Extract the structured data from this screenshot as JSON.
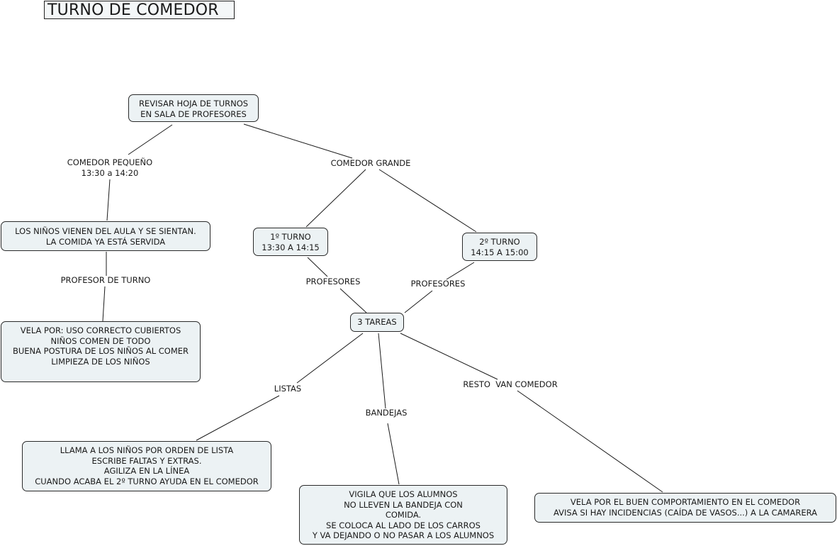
{
  "title": "TURNO DE COMEDOR",
  "nodes": {
    "revisar": "REVISAR HOJA DE TURNOS\nEN SALA DE PROFESORES",
    "ninos_vienen": "LOS NIÑOS VIENEN DEL AULA Y SE SIENTAN.\nLA COMIDA YA ESTÁ SERVIDA",
    "vela_por": "VELA POR: USO CORRECTO CUBIERTOS\nNIÑOS COMEN DE TODO\nBUENA POSTURA DE LOS NIÑOS AL COMER\nLIMPIEZA DE LOS NIÑOS",
    "turno1": "1º TURNO\n13:30 A 14:15",
    "turno2": "2º TURNO\n14:15 A 15:00",
    "tareas": "3 TAREAS",
    "listas_task": "LLAMA A LOS NIÑOS POR ORDEN DE LISTA\nESCRIBE FALTAS Y EXTRAS.\nAGILIZA EN LA LÍNEA\nCUANDO ACABA EL 2º TURNO AYUDA EN EL COMEDOR",
    "bandejas_task": "VIGILA QUE LOS ALUMNOS\nNO LLEVEN LA BANDEJA CON\nCOMIDA.\nSE COLOCA AL LADO DE LOS CARROS\nY VA DEJANDO O NO PASAR A LOS ALUMNOS",
    "resto_task": "VELA POR EL BUEN COMPORTAMIENTO EN EL COMEDOR\nAVISA SI HAY INCIDENCIAS (CAÍDA DE VASOS...) A LA CAMARERA"
  },
  "links": {
    "comedor_pequeno": "COMEDOR PEQUEÑO\n13:30 a 14:20",
    "comedor_grande": "COMEDOR GRANDE",
    "profesor_turno": "PROFESOR DE TURNO",
    "profesores_1": "PROFESORES",
    "profesores_2": "PROFESORES",
    "listas": "LISTAS",
    "bandejas": "BANDEJAS",
    "resto": "RESTO  VAN COMEDOR"
  },
  "colors": {
    "node_fill": "#ecf2f4",
    "node_border": "#2a2a2a",
    "line": "#1a1a1a"
  }
}
